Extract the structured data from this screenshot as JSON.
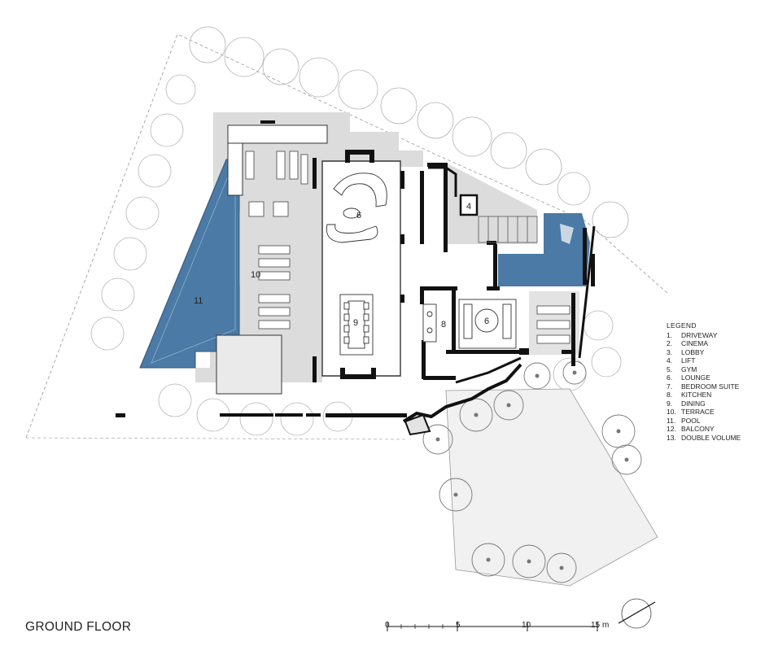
{
  "title": "GROUND FLOOR",
  "legend": {
    "heading": "LEGEND",
    "items": [
      {
        "num": "1.",
        "label": "DRIVEWAY"
      },
      {
        "num": "2.",
        "label": "CINEMA"
      },
      {
        "num": "3.",
        "label": "LOBBY"
      },
      {
        "num": "4.",
        "label": "LIFT"
      },
      {
        "num": "5.",
        "label": "GYM"
      },
      {
        "num": "6.",
        "label": "LOUNGE"
      },
      {
        "num": "7.",
        "label": "BEDROOM SUITE"
      },
      {
        "num": "8.",
        "label": "KITCHEN"
      },
      {
        "num": "9.",
        "label": "DINING"
      },
      {
        "num": "10.",
        "label": "TERRACE"
      },
      {
        "num": "11.",
        "label": "POOL"
      },
      {
        "num": "12.",
        "label": "BALCONY"
      },
      {
        "num": "13.",
        "label": "DOUBLE VOLUME"
      }
    ]
  },
  "room_labels": {
    "pool": "11",
    "terrace": "10",
    "lounge_main": "6",
    "dining": "9",
    "kitchen": "8",
    "lounge_east": "6",
    "lift": "4"
  },
  "scale_bar": {
    "ticks": [
      "0",
      "5",
      "10",
      "15"
    ],
    "unit": "m"
  },
  "colors": {
    "pool": "#4a7aa5",
    "paving": "#d9d9d9",
    "wall": "#111111",
    "vegetation": "#9a9a9a"
  }
}
